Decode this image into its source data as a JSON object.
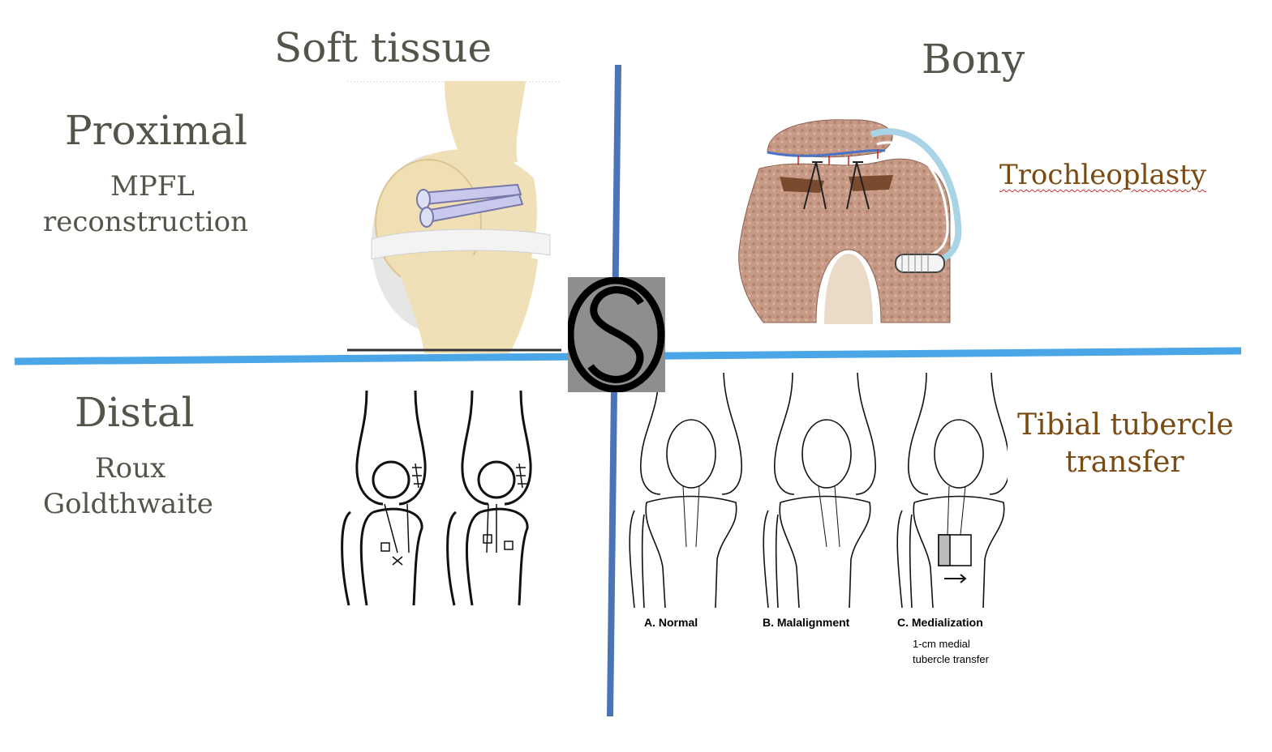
{
  "columns": {
    "left": "Soft tissue",
    "right": "Bony"
  },
  "rows": {
    "proximal": {
      "heading": "Proximal",
      "line1": "MPFL",
      "line2": "reconstruction"
    },
    "distal": {
      "heading": "Distal",
      "line1": "Roux",
      "line2": "Goldthwaite"
    }
  },
  "bony": {
    "proximal_label": "Trochleoplasty",
    "distal_line1": "Tibial tubercle",
    "distal_line2": "transfer"
  },
  "tubercle_figure": {
    "caption_a": "A. Normal",
    "caption_b": "B. Malalignment",
    "caption_c": "C. Medialization",
    "note_line1": "1-cm medial",
    "note_line2": "tubercle transfer"
  },
  "colors": {
    "vertical_axis": "#4a74b8",
    "horizontal_axis": "#4aa6e6",
    "heading_text": "#54554a",
    "bony_label_text": "#7a4a12",
    "logo_background": "#8e8e8e"
  },
  "logo": {
    "icon": "os-monogram-logo"
  }
}
